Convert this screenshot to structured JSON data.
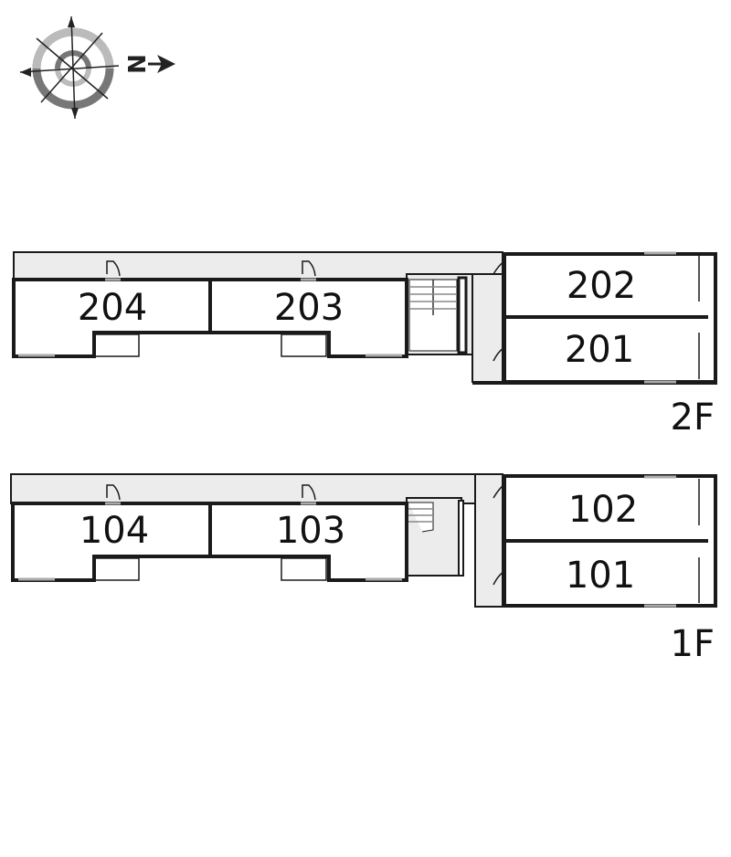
{
  "compass": {
    "north_label": "N"
  },
  "floors": [
    {
      "label": "2F",
      "units": [
        "204",
        "203",
        "202",
        "201"
      ]
    },
    {
      "label": "1F",
      "units": [
        "104",
        "103",
        "102",
        "101"
      ]
    }
  ],
  "colors": {
    "wall": "#1a1a1a",
    "corridor": "#ececec",
    "window": "#aaaaaa"
  }
}
